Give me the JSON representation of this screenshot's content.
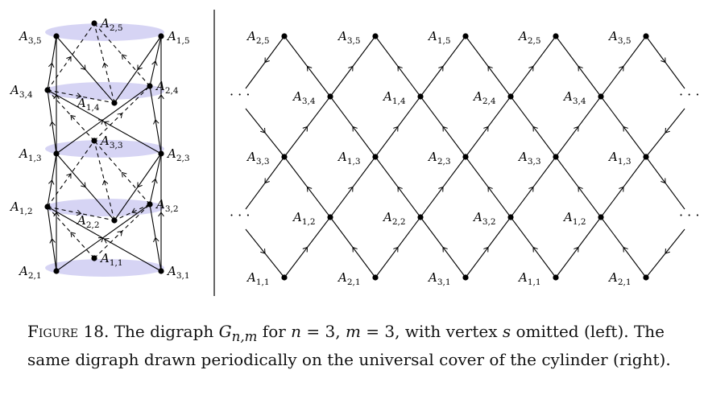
{
  "figure": {
    "left": {
      "vertices": [
        {
          "id": "A25",
          "label": "A",
          "sub": "2,5"
        },
        {
          "id": "A35",
          "label": "A",
          "sub": "3,5"
        },
        {
          "id": "A15",
          "label": "A",
          "sub": "1,5"
        },
        {
          "id": "A34",
          "label": "A",
          "sub": "3,4"
        },
        {
          "id": "A24",
          "label": "A",
          "sub": "2,4"
        },
        {
          "id": "A14",
          "label": "A",
          "sub": "1,4"
        },
        {
          "id": "A33",
          "label": "A",
          "sub": "3,3"
        },
        {
          "id": "A13",
          "label": "A",
          "sub": "1,3"
        },
        {
          "id": "A23",
          "label": "A",
          "sub": "2,3"
        },
        {
          "id": "A12",
          "label": "A",
          "sub": "1,2"
        },
        {
          "id": "A32",
          "label": "A",
          "sub": "3,2"
        },
        {
          "id": "A22",
          "label": "A",
          "sub": "2,2"
        },
        {
          "id": "A11",
          "label": "A",
          "sub": "1,1"
        },
        {
          "id": "A21",
          "label": "A",
          "sub": "2,1"
        },
        {
          "id": "A31",
          "label": "A",
          "sub": "3,1"
        }
      ]
    },
    "right": {
      "vertices": [
        {
          "id": "r25a",
          "label": "A",
          "sub": "2,5"
        },
        {
          "id": "r35a",
          "label": "A",
          "sub": "3,5"
        },
        {
          "id": "r15a",
          "label": "A",
          "sub": "1,5"
        },
        {
          "id": "r25b",
          "label": "A",
          "sub": "2,5"
        },
        {
          "id": "r35b",
          "label": "A",
          "sub": "3,5"
        },
        {
          "id": "r34a",
          "label": "A",
          "sub": "3,4"
        },
        {
          "id": "r14a",
          "label": "A",
          "sub": "1,4"
        },
        {
          "id": "r24a",
          "label": "A",
          "sub": "2,4"
        },
        {
          "id": "r34b",
          "label": "A",
          "sub": "3,4"
        },
        {
          "id": "r33a",
          "label": "A",
          "sub": "3,3"
        },
        {
          "id": "r13a",
          "label": "A",
          "sub": "1,3"
        },
        {
          "id": "r23a",
          "label": "A",
          "sub": "2,3"
        },
        {
          "id": "r33b",
          "label": "A",
          "sub": "3,3"
        },
        {
          "id": "r13b",
          "label": "A",
          "sub": "1,3"
        },
        {
          "id": "r12a",
          "label": "A",
          "sub": "1,2"
        },
        {
          "id": "r22a",
          "label": "A",
          "sub": "2,2"
        },
        {
          "id": "r32a",
          "label": "A",
          "sub": "3,2"
        },
        {
          "id": "r12b",
          "label": "A",
          "sub": "1,2"
        },
        {
          "id": "r11a",
          "label": "A",
          "sub": "1,1"
        },
        {
          "id": "r21a",
          "label": "A",
          "sub": "2,1"
        },
        {
          "id": "r31a",
          "label": "A",
          "sub": "3,1"
        },
        {
          "id": "r11b",
          "label": "A",
          "sub": "1,1"
        },
        {
          "id": "r21b",
          "label": "A",
          "sub": "2,1"
        }
      ],
      "ellipsis": "· · ·"
    }
  },
  "caption": {
    "figure_label": "Figure 18.",
    "text_1": "The digraph ",
    "G": "G",
    "G_sub": "n,m",
    "text_2": " for ",
    "n": "n",
    "eq_n": " = 3, ",
    "m": "m",
    "eq_m": " = 3, with vertex ",
    "s": "s",
    "text_3": " omitted (left). The same digraph drawn periodically on the universal cover of the cylinder (right)."
  }
}
